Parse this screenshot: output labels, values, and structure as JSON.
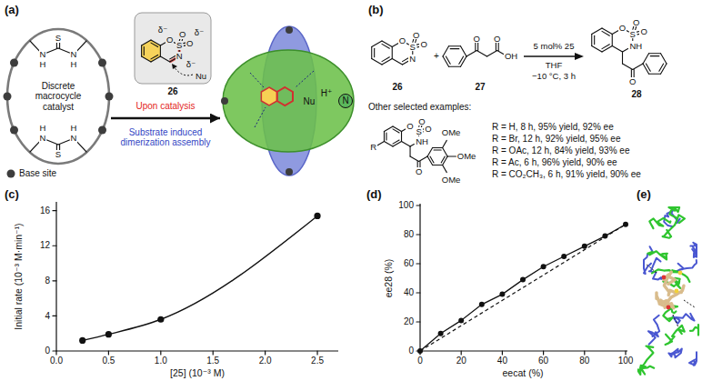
{
  "diagram": {
    "nodes": [
      {
        "text": [
          "Discrete macrocycle catalyst",
          "S",
          "N",
          "H",
          "N",
          "H",
          "N",
          "H",
          "N",
          "H",
          "S"
        ]
      },
      {
        "text": [
          "26",
          "O",
          "S",
          "O",
          "O",
          "N",
          "δ⁻",
          "δ⁻",
          "δ⁻",
          "Nu"
        ]
      },
      {
        "text": [
          "Nu",
          "H⁺",
          "N"
        ]
      }
    ],
    "edges": [
      {
        "from": 0,
        "to": 2,
        "arrow": "to",
        "label": "Upon catalysis"
      }
    ],
    "labels": [
      "(a)",
      "(b)",
      "(c)",
      "(d)",
      "(e)",
      "Substrate induced dimerization assembly",
      "O",
      "S",
      "O",
      "O",
      "N",
      "26",
      "+",
      "O",
      "O",
      "OH",
      "27",
      "5 mol% 25",
      "THF",
      "−10 °C, 3 h",
      "O",
      "S",
      "O",
      "O",
      "NH",
      "O",
      "28",
      "Other selected examples:",
      "O",
      "S",
      "O",
      "O",
      "NH",
      "O",
      "R",
      "OMe",
      "OMe",
      "OMe",
      "R = H, 8 h, 95% yield, 92% ee",
      "R = Br, 12 h, 92% yield, 95% ee",
      "R = OAc, 12 h, 84% yield, 93% ee",
      "R = Ac, 6 h, 96% yield, 90% ee",
      "R = CO₂CH₃, 6 h, 91% yield, 90% ee",
      "Initial rate (10⁻³ M·min⁻¹)",
      "0",
      "4",
      "8",
      "12",
      "16",
      "0.0",
      "0.5",
      "1.0",
      "1.5",
      "2.0",
      "2.5",
      "[25] (10⁻³ M)",
      "ee28 (%)",
      "0",
      "20",
      "40",
      "60",
      "80",
      "100",
      "0",
      "20",
      "40",
      "60",
      "80",
      "100",
      "eecat (%)"
    ],
    "legend": [
      {
        "text": "Base site",
        "color": "#3d3d3d"
      }
    ]
  }
}
